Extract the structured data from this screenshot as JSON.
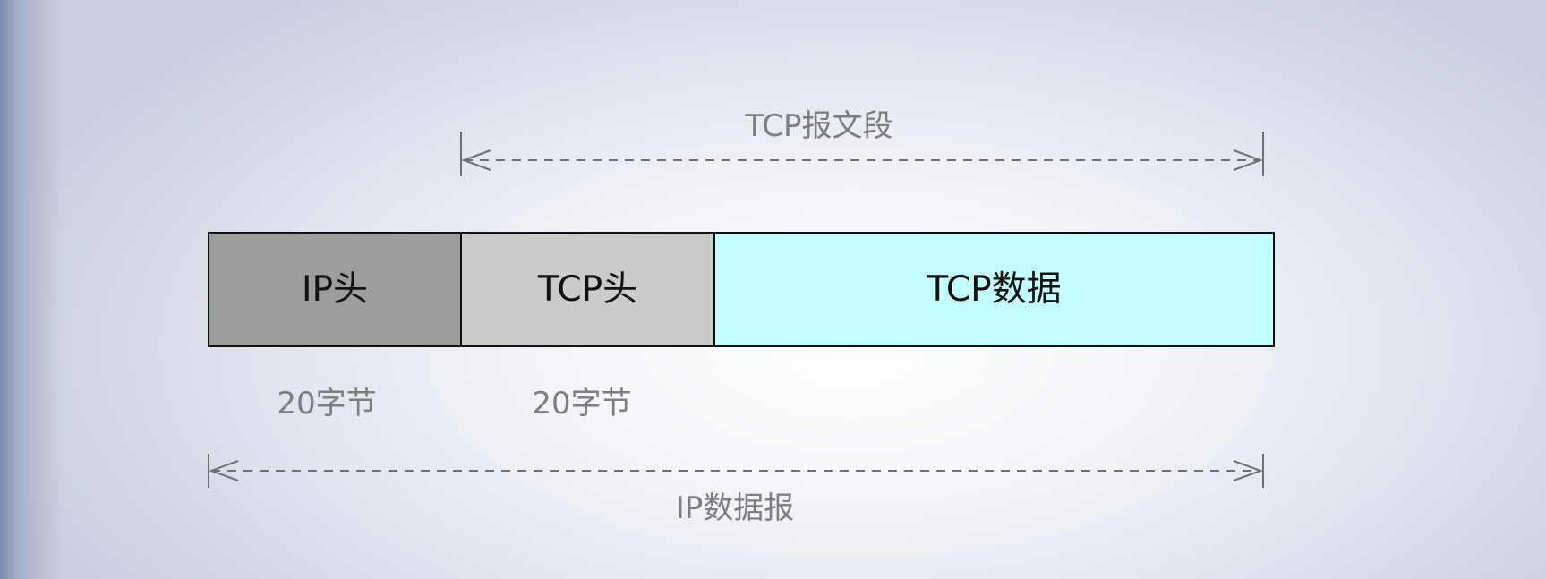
{
  "diagram": {
    "tcp_segment_label": "TCP报文段",
    "ip_datagram_label": "IP数据报",
    "segments": [
      {
        "label": "IP头",
        "size_label": "20字节",
        "fill": "#9d9d9d"
      },
      {
        "label": "TCP头",
        "size_label": "20字节",
        "fill": "#cbcbcb"
      },
      {
        "label": "TCP数据",
        "size_label": "",
        "fill": "#c4ffff"
      }
    ],
    "colors": {
      "outline": "#111111",
      "annotation": "#7e7e7e",
      "arrow": "#6f6f6f"
    }
  }
}
